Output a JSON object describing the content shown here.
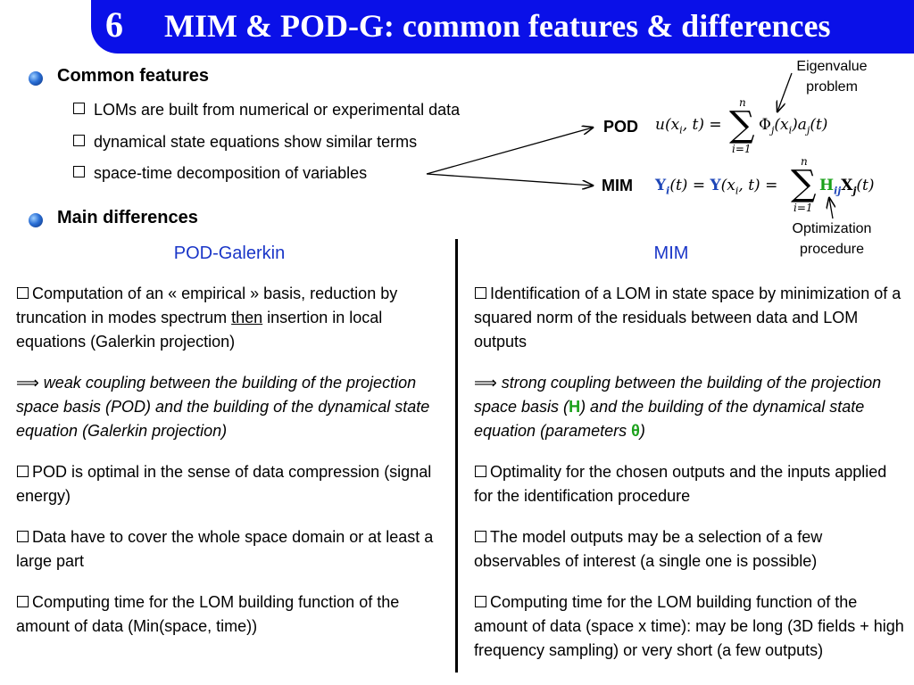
{
  "header": {
    "number": "6",
    "title": "MIM & POD-G: common features & differences"
  },
  "common": {
    "heading": "Common features",
    "items": [
      "LOMs are built from numerical or experimental data",
      "dynamical state equations show similar terms",
      "space-time decomposition of variables"
    ]
  },
  "differences": {
    "heading": "Main differences"
  },
  "equations": {
    "pod_label": "POD",
    "mim_label": "MIM",
    "pod_eq_left": "u(x",
    "pod_eq_mid": "i",
    "pod_eq_right": ", t) =",
    "pod_term": "Φ",
    "pod_term_rest": "(x",
    "pod_term_end": ")a",
    "pod_term_tail": "(t)",
    "sum_top": "n",
    "sum_bottom": "i=1",
    "mim_Y": "Y",
    "mim_eq_mid": "(t) =",
    "mim_Y2": "Y",
    "mim_eq_mid2": "(x",
    "mim_eq_right": ", t) =",
    "mim_H": "H",
    "mim_H_sub": "ij",
    "mim_X": "X",
    "mim_X_sub": "j",
    "mim_tail": "(t)",
    "sub_i": "i",
    "sub_j": "j",
    "eigen_note": "Eigenvalue problem",
    "optim_note": "Optimization procedure"
  },
  "pod_galerkin": {
    "title": "POD-Galerkin",
    "p1_a": "Computation of an « empirical » basis, reduction by truncation in modes spectrum ",
    "p1_then": "then",
    "p1_b": " insertion in local equations (Galerkin projection)",
    "p2": "⟹ weak coupling between the building of the projection space basis (POD) and the building of the dynamical state equation (Galerkin projection)",
    "p3": "POD is optimal in the sense of data compression (signal energy)",
    "p4": "Data have to cover the whole space domain or at least a large part",
    "p5": "Computing time for the LOM building function of the amount of data (Min(space, time))"
  },
  "mim": {
    "title": "MIM",
    "p1": "Identification of a LOM in state space by minimization of a squared norm of the residuals between data and LOM outputs",
    "p2_a": "⟹ strong coupling between the building of the projection space basis (",
    "p2_H": "H",
    "p2_b": ") and the building of the dynamical state equation (parameters ",
    "p2_theta": "θ",
    "p2_c": ")",
    "p3": "Optimality for the chosen outputs and the inputs applied for the identification procedure",
    "p4": "The model outputs may be a selection of a few observables of interest (a single one is possible)",
    "p5": "Computing time for the LOM building function of the amount of data (space x time): may be long (3D fields + high frequency sampling) or very short (a few outputs)"
  },
  "colors": {
    "title_bar": "#0a10e8",
    "column_title": "#1a36c8",
    "math_blue": "#1e46b8",
    "math_green": "#1aa01a"
  }
}
